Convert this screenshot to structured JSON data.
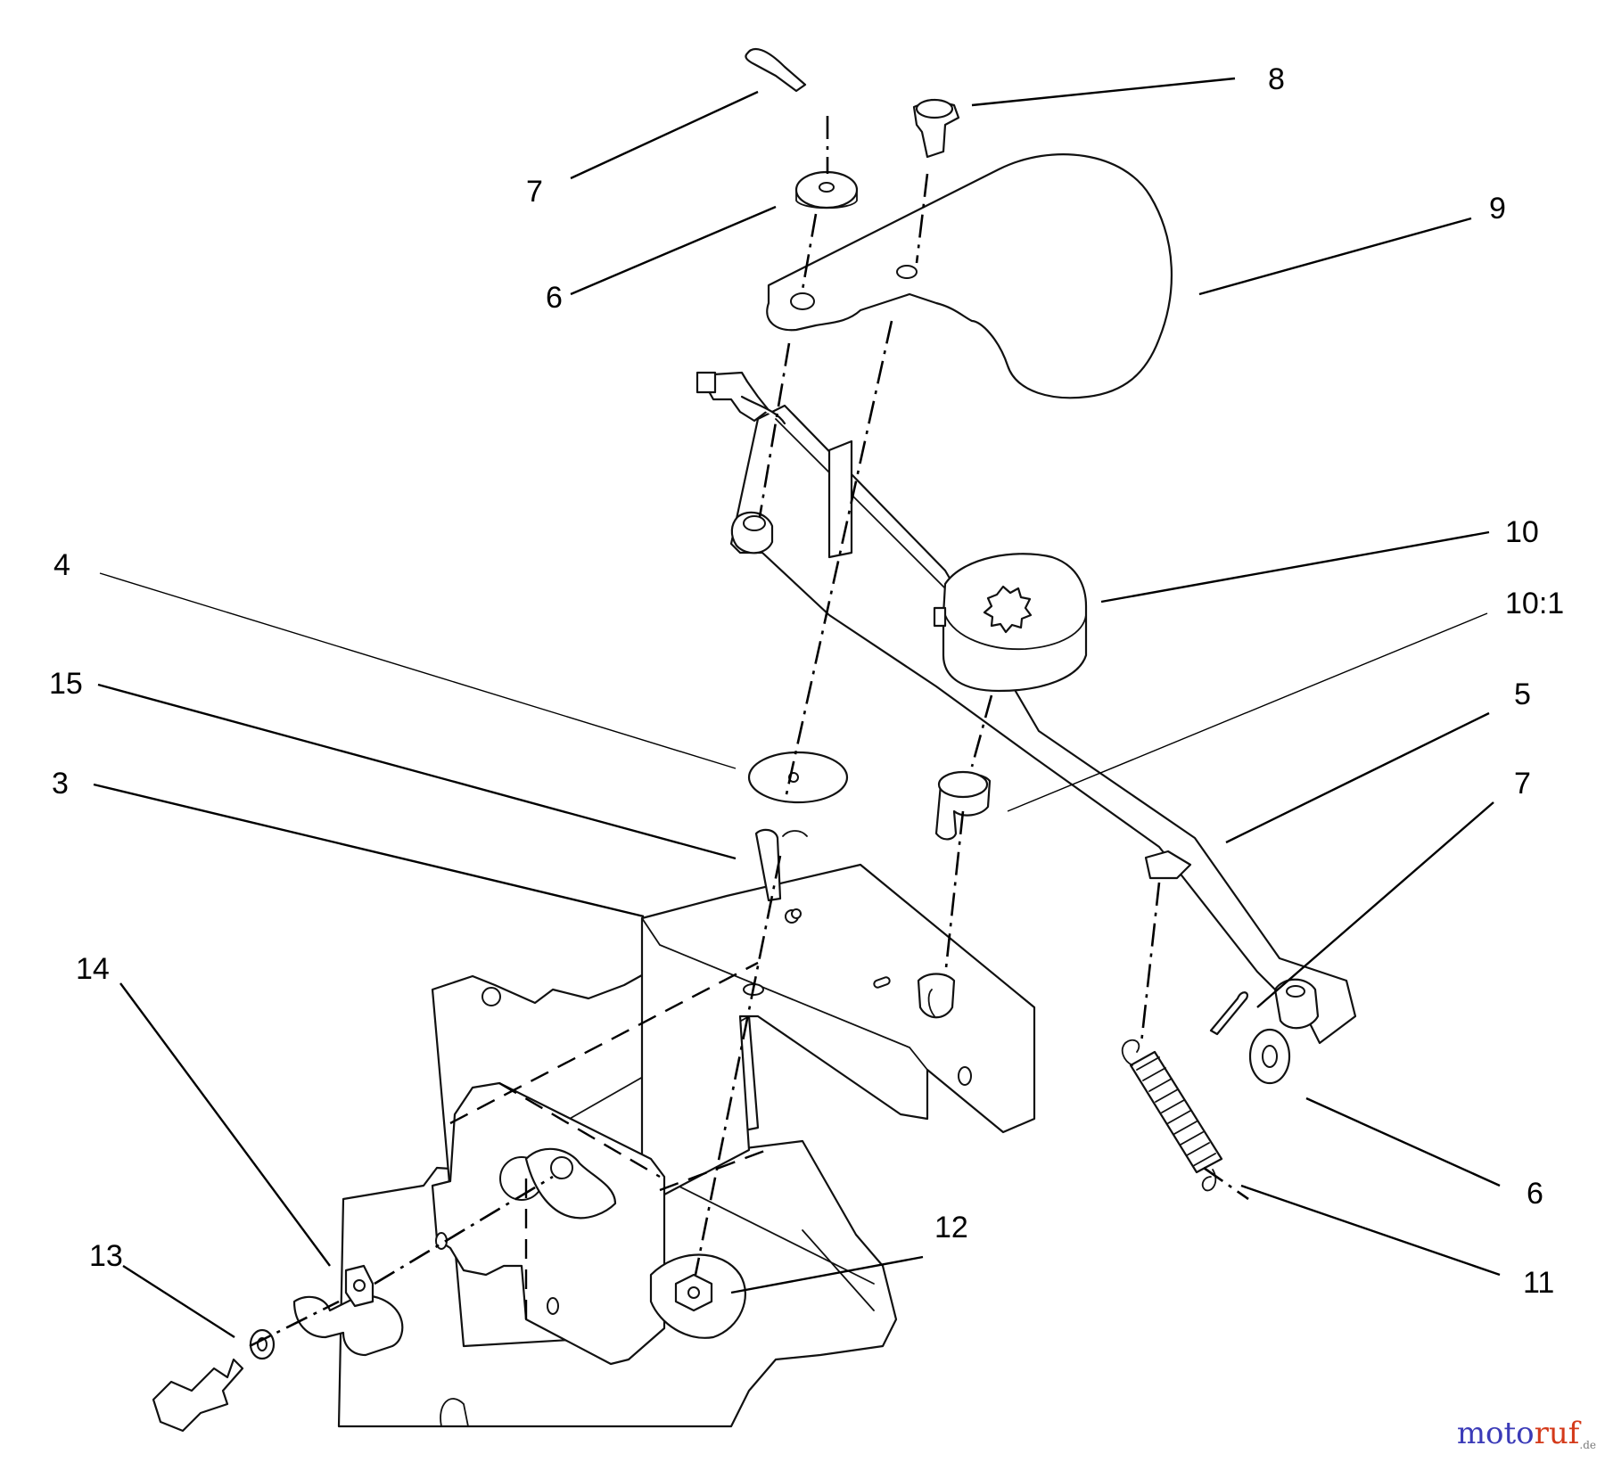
{
  "diagram": {
    "callouts": {
      "c7a": "7",
      "c8": "8",
      "c9": "9",
      "c6a": "6",
      "c10": "10",
      "c10_1": "10:1",
      "c4": "4",
      "c15": "15",
      "c5": "5",
      "c3": "3",
      "c7b": "7",
      "c14": "14",
      "c12": "12",
      "c13": "13",
      "c6b": "6",
      "c11": "11"
    }
  },
  "watermark": {
    "part1": "moto",
    "part2": "ruf",
    "part3": ".de"
  },
  "colors": {
    "line": "#111111",
    "watermark_blue": "#3b3bb8",
    "watermark_red": "#d43a1a"
  }
}
